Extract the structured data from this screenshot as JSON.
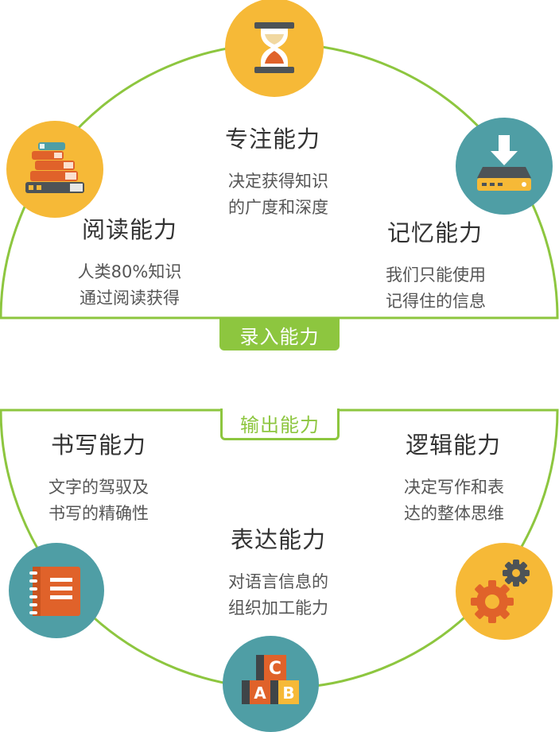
{
  "colors": {
    "line": "#8dc63f",
    "yellow": "#f6b937",
    "teal": "#4f9ea5",
    "dark": "#4d5357",
    "orange": "#e0622a"
  },
  "input_section": {
    "label": "录入能力",
    "nodes": [
      {
        "id": "focus",
        "icon": "hourglass-icon",
        "title": "专注能力",
        "lines": [
          "决定获得知识",
          "的广度和深度"
        ]
      },
      {
        "id": "reading",
        "icon": "books-icon",
        "title": "阅读能力",
        "lines": [
          "人类80%知识",
          "通过阅读获得"
        ]
      },
      {
        "id": "memory",
        "icon": "download-drive-icon",
        "title": "记忆能力",
        "lines": [
          "我们只能使用",
          "记得住的信息"
        ]
      }
    ]
  },
  "output_section": {
    "label": "输出能力",
    "nodes": [
      {
        "id": "writing",
        "icon": "notebook-icon",
        "title": "书写能力",
        "lines": [
          "文字的驾驭及",
          "书写的精确性"
        ]
      },
      {
        "id": "logic",
        "icon": "gears-icon",
        "title": "逻辑能力",
        "lines": [
          "决定写作和表",
          "达的整体思维"
        ]
      },
      {
        "id": "expression",
        "icon": "abc-blocks-icon",
        "title": "表达能力",
        "lines": [
          "对语言信息的",
          "组织加工能力"
        ]
      }
    ]
  }
}
